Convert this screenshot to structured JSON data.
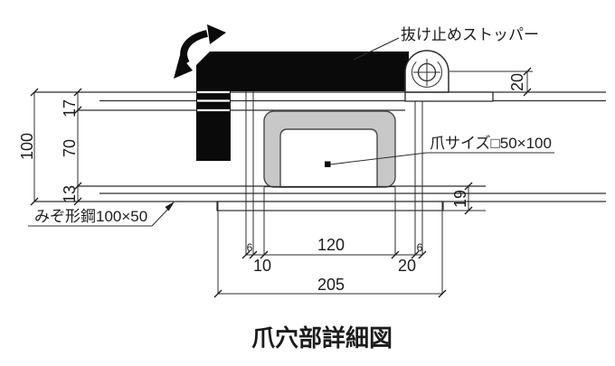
{
  "drawing_title": "爪穴部詳細図",
  "labels": {
    "stopper": "抜け止めストッパー",
    "claw_size": "爪サイズ□50×100",
    "channel_steel": "みぞ形鋼100×50"
  },
  "dimensions": {
    "overall_height": "100",
    "top_flange": "17",
    "web": "70",
    "bottom_flange": "13",
    "pivot_offset": "20",
    "stopper_plate_depth": "19",
    "gap_left": "6",
    "edge_left": "10",
    "hole_width": "120",
    "edge_right": "20",
    "gap_right": "6",
    "plate_width": "205"
  },
  "colors": {
    "line": "#2d2d2d",
    "claw_fill": "#0a0a0a",
    "cushion_fill": "#c8c8c8",
    "background": "#ffffff"
  }
}
